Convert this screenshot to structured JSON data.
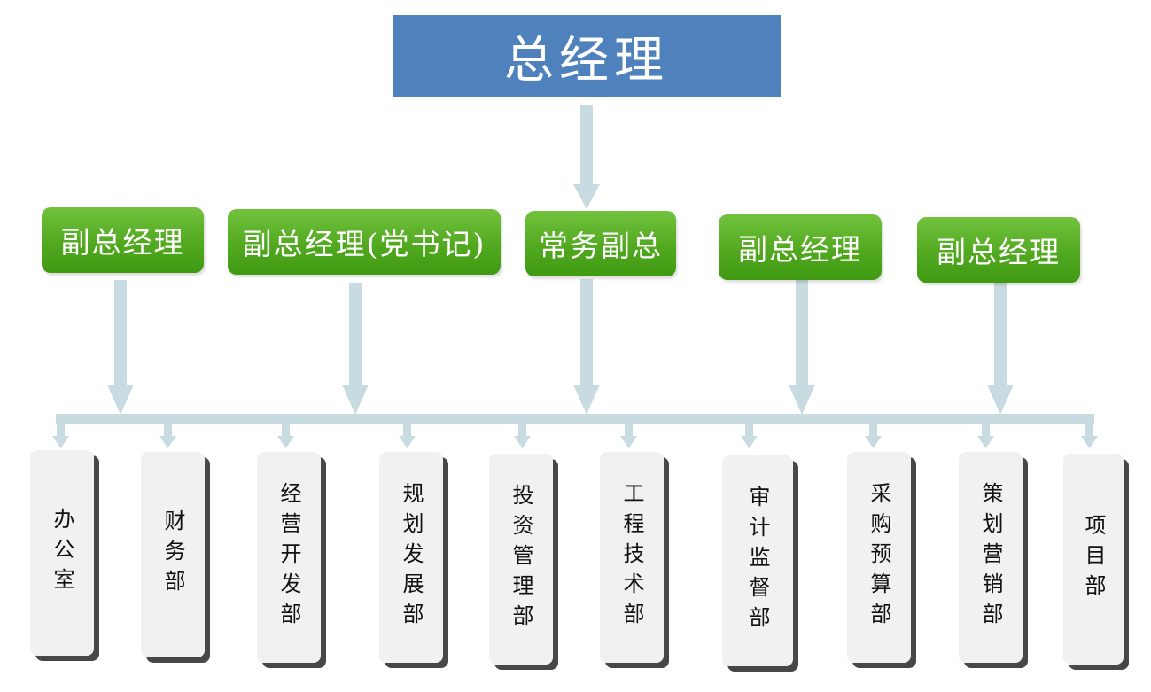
{
  "top": {
    "label": "总经理",
    "color": "#4f81bd"
  },
  "managers": [
    {
      "label": "副总经理"
    },
    {
      "label": "副总经理(党书记)"
    },
    {
      "label": "常务副总"
    },
    {
      "label": "副总经理"
    },
    {
      "label": "副总经理"
    }
  ],
  "departments": [
    {
      "label": "办公室"
    },
    {
      "label": "财务部"
    },
    {
      "label": "经营开发部"
    },
    {
      "label": "规划发展部"
    },
    {
      "label": "投资管理部"
    },
    {
      "label": "工程技术部"
    },
    {
      "label": "审计监督部"
    },
    {
      "label": "采购预算部"
    },
    {
      "label": "策划营销部"
    },
    {
      "label": "项目部"
    }
  ],
  "colors": {
    "manager_green": "#52a920",
    "connector": "#c7dbe0",
    "dept_shadow": "#474747"
  }
}
